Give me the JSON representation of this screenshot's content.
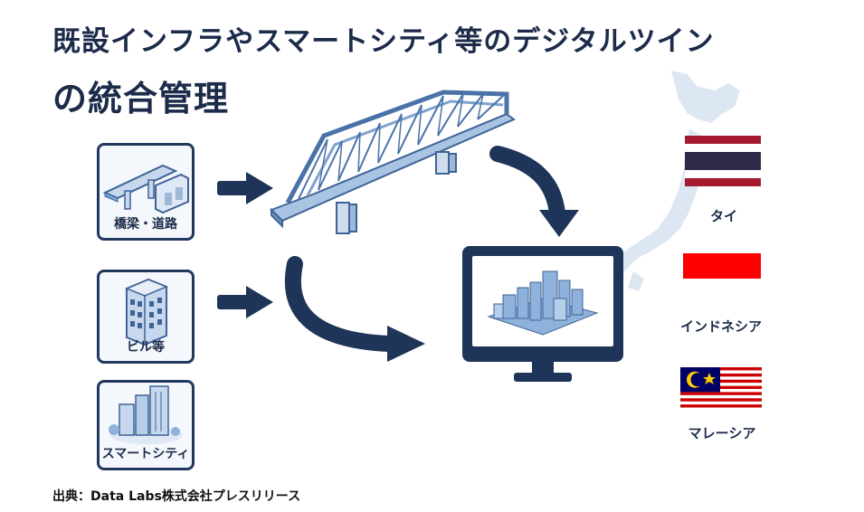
{
  "title": {
    "line1": "既設インフラやスマートシティ等のデジタルツイン",
    "line2": "の統合管理"
  },
  "inputs": [
    {
      "label": "橋梁・道路",
      "icon": "bridge-road-icon"
    },
    {
      "label": "ビル等",
      "icon": "building-icon"
    },
    {
      "label": "スマートシティ",
      "icon": "smart-city-icon"
    }
  ],
  "countries": [
    {
      "label": "タイ",
      "flag": "thailand-flag"
    },
    {
      "label": "インドネシア",
      "flag": "indonesia-flag"
    },
    {
      "label": "マレーシア",
      "flag": "malaysia-flag"
    }
  ],
  "source": "出典：Data Labs株式会社プレスリリース",
  "colors": {
    "navy": "#1c2b4a",
    "arrow": "#1e3458",
    "map": "#dde7f3",
    "bridge": "#7fa3cf",
    "thai_red": "#a51931",
    "thai_blue": "#2d2a4a",
    "indonesia_red": "#ff0000",
    "malaysia_blue": "#010066",
    "malaysia_yellow": "#ffcc00"
  }
}
